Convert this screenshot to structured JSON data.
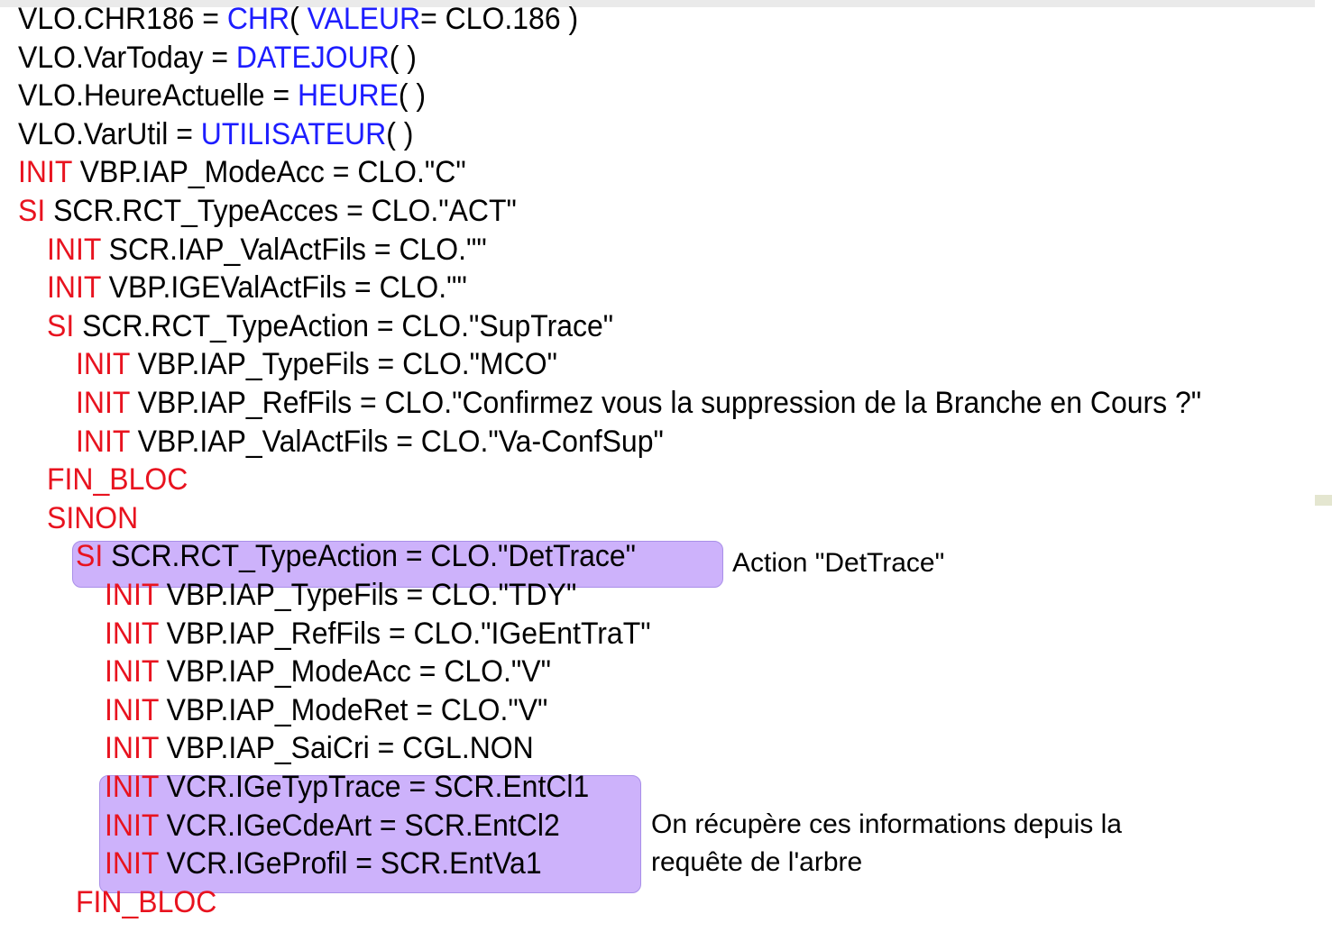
{
  "code_lines": [
    {
      "parts": [
        {
          "text": "VLO.CHR186 = ",
          "style": "plain"
        },
        {
          "text": "CHR",
          "style": "blue"
        },
        {
          "text": "( ",
          "style": "plain"
        },
        {
          "text": "VALEUR",
          "style": "blue"
        },
        {
          "text": "= CLO.186 )",
          "style": "plain"
        }
      ]
    },
    {
      "parts": [
        {
          "text": "VLO.VarToday = ",
          "style": "plain"
        },
        {
          "text": "DATEJOUR",
          "style": "blue"
        },
        {
          "text": "( )",
          "style": "plain"
        }
      ]
    },
    {
      "parts": [
        {
          "text": "VLO.HeureActuelle = ",
          "style": "plain"
        },
        {
          "text": "HEURE",
          "style": "blue"
        },
        {
          "text": "( )",
          "style": "plain"
        }
      ]
    },
    {
      "parts": [
        {
          "text": "VLO.VarUtil = ",
          "style": "plain"
        },
        {
          "text": "UTILISATEUR",
          "style": "blue"
        },
        {
          "text": "( )",
          "style": "plain"
        }
      ]
    },
    {
      "parts": [
        {
          "text": "INIT",
          "style": "red"
        },
        {
          "text": " VBP.IAP_ModeAcc = CLO.\"C\"",
          "style": "plain"
        }
      ]
    },
    {
      "parts": [
        {
          "text": "SI",
          "style": "red"
        },
        {
          "text": " SCR.RCT_TypeAcces = CLO.\"ACT\"",
          "style": "plain"
        }
      ]
    },
    {
      "parts": [
        {
          "text": "INIT",
          "style": "red"
        },
        {
          "text": " SCR.IAP_ValActFils = CLO.\"\"",
          "style": "plain"
        }
      ]
    },
    {
      "parts": [
        {
          "text": "INIT",
          "style": "red"
        },
        {
          "text": " VBP.IGEValActFils = CLO.\"\"",
          "style": "plain"
        }
      ]
    },
    {
      "parts": [
        {
          "text": "SI",
          "style": "red"
        },
        {
          "text": " SCR.RCT_TypeAction = CLO.\"SupTrace\"",
          "style": "plain"
        }
      ]
    },
    {
      "parts": [
        {
          "text": "INIT",
          "style": "red"
        },
        {
          "text": " VBP.IAP_TypeFils = CLO.\"MCO\"",
          "style": "plain"
        }
      ]
    },
    {
      "parts": [
        {
          "text": "INIT",
          "style": "red"
        },
        {
          "text": " VBP.IAP_RefFils = CLO.\"Confirmez vous la suppression de la Branche en Cours ?\"",
          "style": "plain"
        }
      ]
    },
    {
      "parts": [
        {
          "text": "INIT",
          "style": "red"
        },
        {
          "text": " VBP.IAP_ValActFils = CLO.\"Va-ConfSup\"",
          "style": "plain"
        }
      ]
    },
    {
      "parts": [
        {
          "text": "FIN_BLOC",
          "style": "red"
        }
      ]
    },
    {
      "parts": [
        {
          "text": "SINON",
          "style": "red"
        }
      ]
    },
    {
      "parts": [
        {
          "text": "SI",
          "style": "red"
        },
        {
          "text": " SCR.RCT_TypeAction = CLO.\"DetTrace\"",
          "style": "plain"
        }
      ]
    },
    {
      "parts": [
        {
          "text": "INIT",
          "style": "red"
        },
        {
          "text": " VBP.IAP_TypeFils = CLO.\"TDY\"",
          "style": "plain"
        }
      ]
    },
    {
      "parts": [
        {
          "text": "INIT",
          "style": "red"
        },
        {
          "text": " VBP.IAP_RefFils = CLO.\"IGeEntTraT\"",
          "style": "plain"
        }
      ]
    },
    {
      "parts": [
        {
          "text": "INIT",
          "style": "red"
        },
        {
          "text": " VBP.IAP_ModeAcc = CLO.\"V\"",
          "style": "plain"
        }
      ]
    },
    {
      "parts": [
        {
          "text": "INIT",
          "style": "red"
        },
        {
          "text": " VBP.IAP_ModeRet = CLO.\"V\"",
          "style": "plain"
        }
      ]
    },
    {
      "parts": [
        {
          "text": "INIT",
          "style": "red"
        },
        {
          "text": " VBP.IAP_SaiCri = CGL.NON",
          "style": "plain"
        }
      ]
    },
    {
      "parts": [
        {
          "text": "INIT",
          "style": "red"
        },
        {
          "text": " VCR.IGeTypTrace = SCR.EntCl1",
          "style": "plain"
        }
      ]
    },
    {
      "parts": [
        {
          "text": "INIT",
          "style": "red"
        },
        {
          "text": " VCR.IGeCdeArt = SCR.EntCl2",
          "style": "plain"
        }
      ]
    },
    {
      "parts": [
        {
          "text": "INIT",
          "style": "red"
        },
        {
          "text": " VCR.IGeProfil = SCR.EntVa1",
          "style": "plain"
        }
      ]
    },
    {
      "parts": [
        {
          "text": "FIN_BLOC",
          "style": "red"
        }
      ]
    }
  ],
  "annotations": {
    "dettrace_note": "Action \"DetTrace\"",
    "query_note_line1": "On récupère ces informations depuis la",
    "query_note_line2": "requête de l'arbre"
  },
  "colors": {
    "keyword_red": "#e8131f",
    "function_blue": "#1d1dff",
    "highlight": "#cdb2fb"
  }
}
